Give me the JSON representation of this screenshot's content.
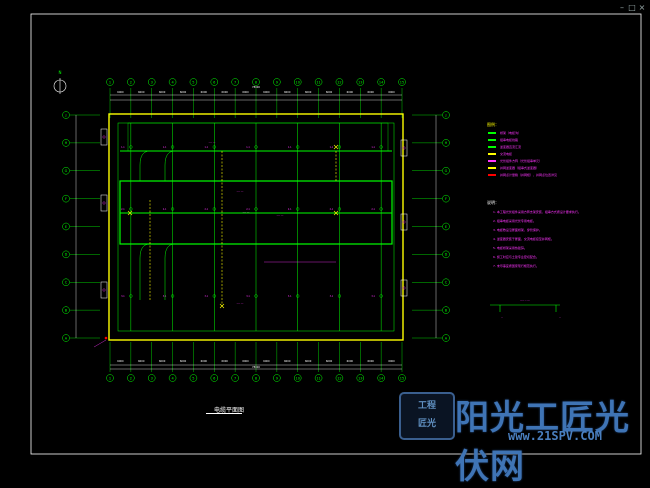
{
  "drawing": {
    "title": "电缆平面图",
    "legend_title": "图例：",
    "legend": [
      {
        "label": "桥架（电缆沟）",
        "color": "#00ff00"
      },
      {
        "label": "组串电缆线路",
        "color": "#00ff00"
      },
      {
        "label": "逆变器直流汇流",
        "color": "#00ff00"
      },
      {
        "label": "交流电缆",
        "color": "#ffff00"
      },
      {
        "label": "光伏组件方阵（光伏组串单元）",
        "color": "#ff33ff"
      },
      {
        "label": "并网逆变器（组串式逆变器）",
        "color": "#ffff00"
      },
      {
        "label": "并网点计量箱（并网柜），并网点位置详见",
        "color": "#ff0000"
      }
    ],
    "notes_title": "说明：",
    "notes": [
      "1. 本工程光伏组件采用方阵支架安装，组串方式按设计要求执行。",
      "2. 组串电缆采用光伏专用电缆。",
      "3. 电缆敷设沿屋面桥架，穿管保护。",
      "4. 逆变器安装于屋面，交流电缆接至并网柜。",
      "5. 电缆桥架采用热镀锌。",
      "6. 施工时应与土建专业密切配合。",
      "7. 未尽事宜按国家现行规范执行。"
    ],
    "axis_numbers": [
      "1",
      "2",
      "3",
      "4",
      "5",
      "6",
      "7",
      "8",
      "9",
      "10",
      "11",
      "12",
      "13",
      "14",
      "15"
    ],
    "axis_letters": [
      "A",
      "B",
      "C",
      "D",
      "E",
      "F",
      "G",
      "H",
      "J"
    ],
    "dimension_total": "78000",
    "dimension_bay": "6000"
  },
  "watermark": {
    "box_top": "工程",
    "box_bottom": "匠光",
    "brand": "阳光工匠光伏网",
    "url": "www.21SPV.COM"
  },
  "colors": {
    "background": "#000000",
    "grid": "#00ff00",
    "building": "#ffff00",
    "text": "#ff33ff",
    "axis": "#00ff00",
    "watermark": "#3f74b5"
  }
}
